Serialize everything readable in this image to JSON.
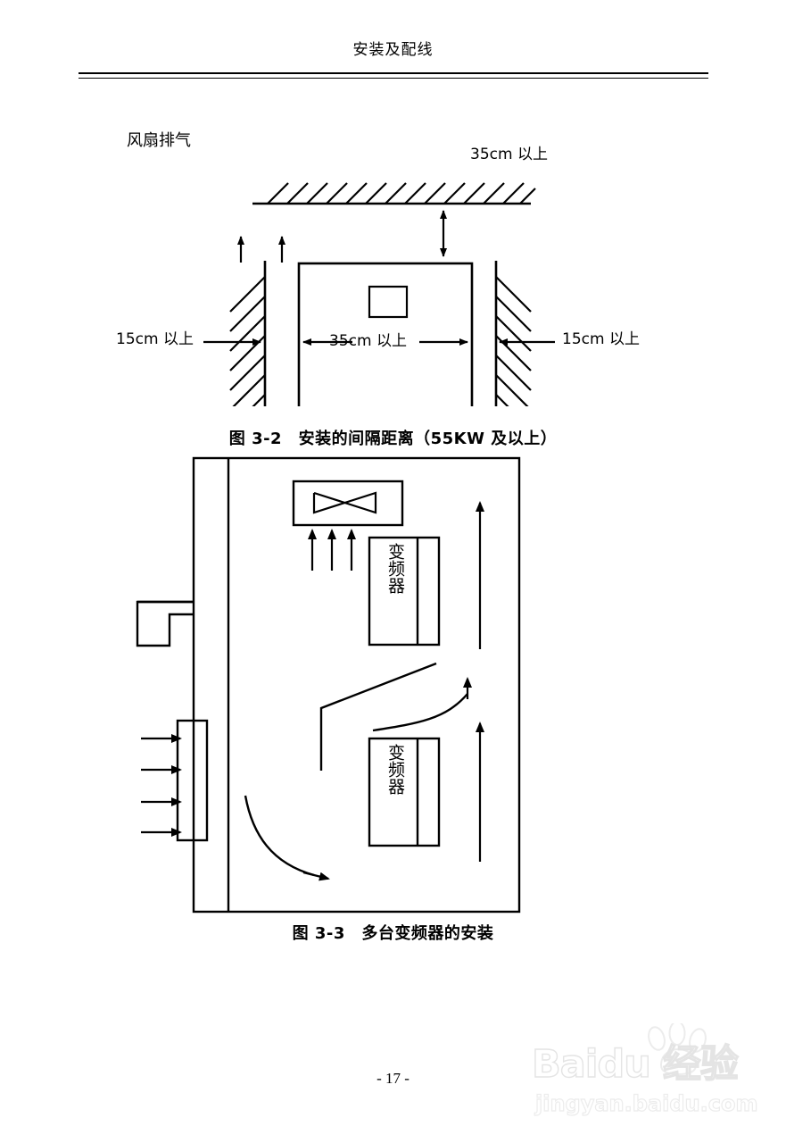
{
  "document": {
    "header_title": "安装及配线",
    "page_number": "- 17 -"
  },
  "watermark": {
    "brand": "Baidu 经验",
    "url": "jingyan.baidu.com"
  },
  "figure_3_2": {
    "caption": "图 3-2　安装的间隔距离（55KW 及以上）",
    "labels": {
      "fan_exhaust": "风扇排气",
      "top_clearance": "35cm 以上",
      "bottom_clearance": "35cm 以上",
      "left_clearance": "15cm 以上",
      "right_clearance": "15cm 以上"
    },
    "elements": {
      "ceiling": "hatched-ceiling",
      "floor": "hatched-floor",
      "left_wall": "hatched-left-wall",
      "right_wall": "hatched-right-wall",
      "device": "inverter-body",
      "keypad": "keypad-panel"
    }
  },
  "figure_3_3": {
    "caption": "图 3-3　多台变频器的安装",
    "labels": {
      "inverter_top": "变频器",
      "inverter_bottom": "变频器"
    },
    "elements": {
      "cabinet": "enclosure-outline",
      "fan_unit": "exhaust-fan",
      "intake_filter": "air-intake-filter",
      "duct_bracket": "duct-bracket",
      "baffle": "air-baffle-plate"
    }
  }
}
